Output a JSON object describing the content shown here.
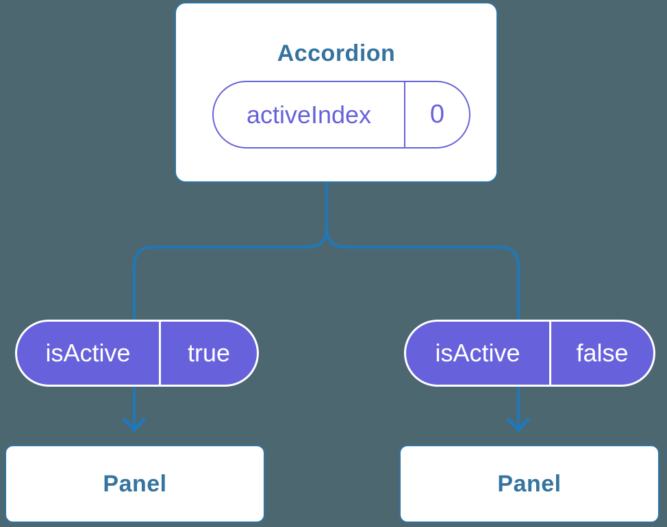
{
  "diagram": {
    "root": {
      "title": "Accordion",
      "pill": {
        "label": "activeIndex",
        "value": "0"
      }
    },
    "left": {
      "pill": {
        "label": "isActive",
        "value": "true"
      },
      "panel_title": "Panel"
    },
    "right": {
      "pill": {
        "label": "isActive",
        "value": "false"
      },
      "panel_title": "Panel"
    },
    "colors": {
      "background": "#4D6770",
      "connector": "#2377B2",
      "card_border": "#2E74A6",
      "card_text": "#35749E",
      "state_purple": "#6762DB",
      "pill_text_on_fill": "#FFFFFF",
      "card_fill": "#FFFFFF"
    }
  }
}
